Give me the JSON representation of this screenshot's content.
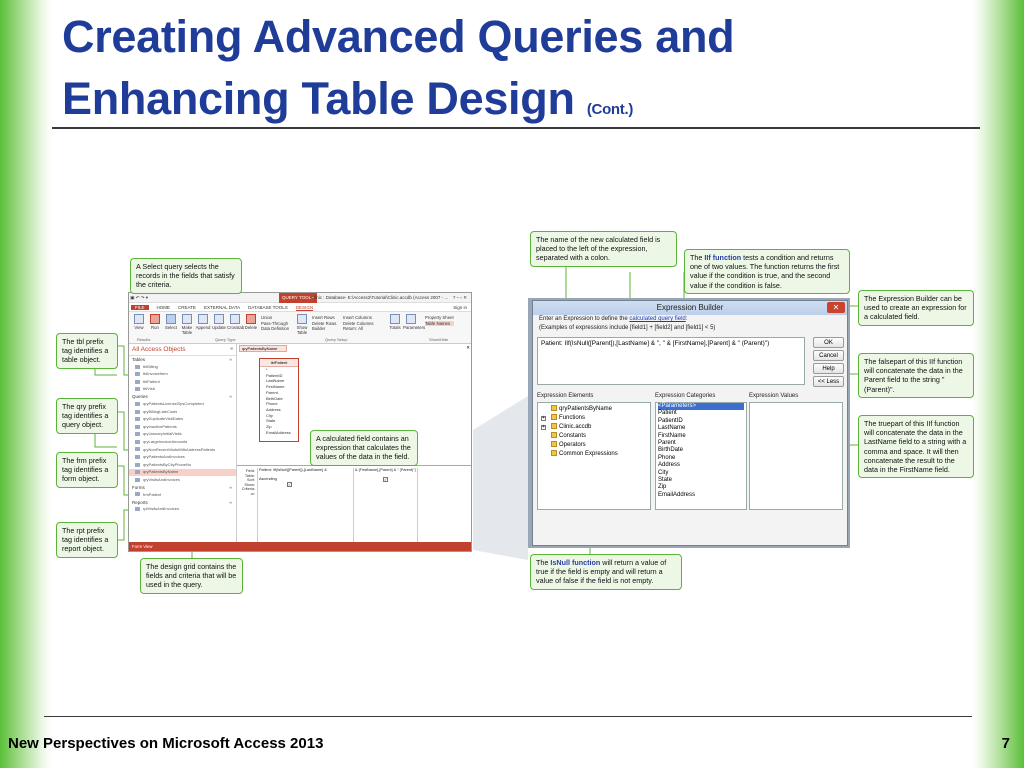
{
  "slide": {
    "title_line1": "Creating Advanced Queries and",
    "title_line2": "Enhancing Table Design",
    "title_suffix": "(Cont.)",
    "footer": "New Perspectives on Microsoft Access 2013",
    "page_number": "7"
  },
  "colors": {
    "title": "#1f3c99",
    "callout_border": "#5bb337",
    "callout_fill": "#edf7e6",
    "access_accent": "#c2402e"
  },
  "callouts": {
    "select_query": "A Select query selects the records in the fields that satisfy the criteria.",
    "tbl_prefix": "The tbl prefix tag identifies a table object.",
    "qry_prefix": "The qry prefix tag identifies a query object.",
    "frm_prefix": "The frm prefix tag identifies a form object.",
    "rpt_prefix": "The rpt prefix tag identifies a report object.",
    "design_grid": "The design grid contains the fields and criteria that will be used in the query.",
    "calculated_field": "A calculated field contains an expression that calculates the values of the data in the field.",
    "field_name": "The name of the new calculated field is placed to the left of the expression, separated with a colon.",
    "iif_pre": "The ",
    "iif_kw": "IIf function",
    "iif_post": " tests a condition and returns one of two values. The function returns the first value if the condition is true, and the second value if the condition is false.",
    "expression_builder": "The Expression Builder can be used to create an expression for a calculated field.",
    "falsepart": "The falsepart of this IIf function will concatenate the data in the Parent field to the string \"(Parent)\".",
    "truepart": "The truepart of this IIf function will concatenate the data in the LastName field to a string with a comma and space. It will then concatenate the result to the data in the FirstName field.",
    "isnull_pre": "The ",
    "isnull_kw": "IsNull function",
    "isnull_post": " will return a value of true if the field is empty and will return a value of false if the field is not empty."
  },
  "access": {
    "context_tab": "QUERY TOOLS",
    "window_title": "Clinic : Database- E:\\Access2\\Tutorial\\Clinic.accdb (Access 2007 - ...",
    "window_controls": "? – ▫ ✕",
    "tabs": [
      "FILE",
      "HOME",
      "CREATE",
      "EXTERNAL DATA",
      "DATABASE TOOLS",
      "DESIGN"
    ],
    "sign_in": "Sign in",
    "ribbon": {
      "view": "View",
      "run": "Run",
      "select": "Select",
      "make_table": "Make Table",
      "append": "Append",
      "update": "Update",
      "crosstab": "Crosstab",
      "delete": "Delete",
      "union": "Union",
      "pass_through": "Pass-Through",
      "data_definition": "Data Definition",
      "show_table": "Show Table",
      "insert_rows": "Insert Rows",
      "delete_rows": "Delete Rows",
      "builder": "Builder",
      "insert_columns": "Insert Columns",
      "delete_columns": "Delete Columns",
      "return_label": "Return:",
      "return_value": "All",
      "totals": "Totals",
      "parameters": "Parameters",
      "property_sheet": "Property Sheet",
      "table_names": "Table Names",
      "group_results": "Results",
      "group_query_type": "Query Type",
      "group_query_setup": "Query Setup",
      "group_showhide": "Show/Hide"
    },
    "nav": {
      "header": "All Access Objects",
      "tables_label": "Tables",
      "tables": [
        "tblBilling",
        "tblInvoiceItem",
        "tblPatient",
        "tblVisit"
      ],
      "queries_label": "Queries",
      "queries": [
        "qryPatientsLicenseZipsCompleted",
        "qryBillingLateCosts",
        "qryDuplicateVisitDates",
        "qryInactivePatients",
        "qryJanuaryInitialVisits",
        "qryLargeInvoiceAmounts",
        "qryNonRecentVisitsWithAddressPatients",
        "qryPatientsAndInvoices",
        "qryPatientsByCityPhoneNo",
        "qryPatientsByName",
        "qryVisitsAndInvoices"
      ],
      "forms_label": "Forms",
      "forms": [
        "frmPatient"
      ],
      "reports_label": "Reports",
      "reports": [
        "rptVisitsAndInvoices"
      ],
      "collapse": "≈",
      "search": "«"
    },
    "doc_tab": "qryPatientsByName",
    "doc_close": "✕",
    "table": {
      "name": "tblPatient",
      "fields": [
        "*",
        "PatientID",
        "LastName",
        "FirstName",
        "Parent",
        "BirthDate",
        "Phone",
        "Address",
        "City",
        "State",
        "Zip",
        "EmailAddress"
      ]
    },
    "grid_labels": [
      "Field:",
      "Table:",
      "Sort:",
      "Show:",
      "Criteria:",
      "or:"
    ],
    "grid_columns": [
      {
        "field": "Patient: IIf(IsNull([Parent]),[LastName] & ",
        "sort": "Ascending",
        "show": "✓"
      },
      {
        "field": "& [FirstName],[Parent] & \" (Parent)\")",
        "sort": "",
        "show": "✓"
      }
    ],
    "status": "Form View"
  },
  "builder": {
    "title": "Expression Builder",
    "close": "✕",
    "instr_pre": "Enter an Expression to define the ",
    "instr_link": "calculated query field",
    "instr_post": ":",
    "examples": "(Examples of expressions include [field1] + [field2] and [field1] < 5)",
    "expression": "Patient: IIf(IsNull([Parent]),[LastName] & \", \" & [FirstName],[Parent] & \" (Parent)\")",
    "buttons": [
      "OK",
      "Cancel",
      "Help",
      "<< Less"
    ],
    "elements_header": "Expression Elements",
    "categories_header": "Expression Categories",
    "values_header": "Expression Values",
    "elements": [
      "qryPatientsByName",
      "Functions",
      "Clinic.accdb",
      "Constants",
      "Operators",
      "Common Expressions"
    ],
    "categories": [
      "<Parameters>",
      "Patient",
      "PatientID",
      "LastName",
      "FirstName",
      "Parent",
      "BirthDate",
      "Phone",
      "Address",
      "City",
      "State",
      "Zip",
      "EmailAddress"
    ]
  }
}
